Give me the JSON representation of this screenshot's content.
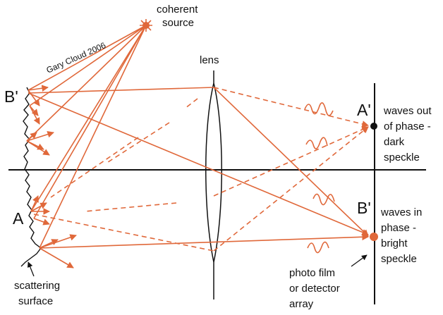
{
  "labels": {
    "source": [
      "coherent",
      "source"
    ],
    "credit": "Gary Cloud 2006",
    "lens": "lens",
    "point_b": "B'",
    "point_a": "A",
    "point_a_prime": "A'",
    "point_b_prime": "B'",
    "out_of_phase": [
      "waves out",
      "of phase -",
      "dark",
      "speckle"
    ],
    "in_phase": [
      "waves in",
      "phase -",
      "bright",
      "speckle"
    ],
    "detector": [
      "photo film",
      "or detector",
      "array"
    ],
    "surface": [
      "scattering",
      "surface"
    ]
  },
  "colors": {
    "ray": "#e0683a",
    "dark_dot": "#111111",
    "bright_dot": "#e0683a",
    "line": "#111111"
  }
}
